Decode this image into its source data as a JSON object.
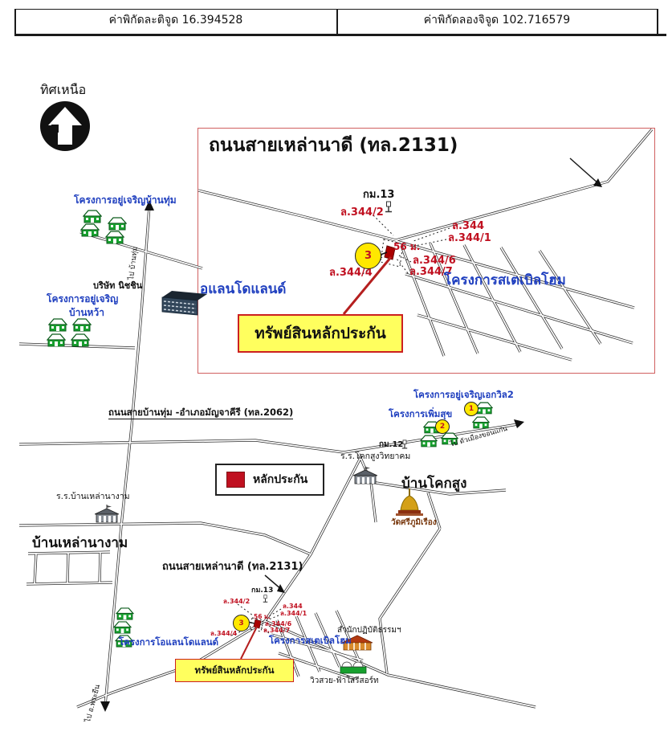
{
  "header": {
    "lat": "ค่าพิกัดละติจูด 16.394528",
    "lng": "ค่าพิกัดลองจิจูด 102.716579"
  },
  "compass": {
    "north": "ทิศเหนือ"
  },
  "parcels": {
    "p0": "ล.344",
    "p1": "ล.344/1",
    "p2": "ล.344/2",
    "p4": "ล.344/4",
    "p6": "ล.344/6",
    "p7": "ล.344/7",
    "dist": "56 ม.",
    "site": "3"
  },
  "inset": {
    "title": "ถนนสายเหล่านาดี (ทล.2131)",
    "km13": "กม.13",
    "left_project": "อแลนโดแลนด์",
    "right_project": "โครงการสเตเบิลโฮม",
    "collateral": "ทรัพย์สินหลักประกัน"
  },
  "legend": {
    "label": "หลักประกัน"
  },
  "main": {
    "proj_banthum": "โครงการอยู่เจริญบ้านทุ่ม",
    "company": "บริษัท นิชชิน",
    "proj_ucharoen": "โครงการอยู่เจริญ",
    "proj_banwha": "บ้านหว้า",
    "to_banthum": "ไป บ้านทุ่ม",
    "road_2062": "ถนนสายบ้านทุ่ม -อำเภอมัญจาคีรี  (ทล.2062)",
    "proj_ekwin2": "โครงการอยู่เจริญเอกวิล2",
    "proj_permsuk": "โครงการเพิ่มสุข",
    "circle1": "1",
    "circle2": "2",
    "to_khonkaen": "ไป ตัวเมืองขอนแก่น",
    "km12": "กม.12",
    "school_koksung": "ร.ร.โคกสูงวิทยาคม",
    "ban_koksung": "บ้านโคกสูง",
    "temple": "วัดศรีภูมิเรือง",
    "school_laonangam": "ร.ร.บ้านเหล่านางาม",
    "ban_laonangam": "บ้านเหล่านางาม",
    "road_2131": "ถนนสายเหล่านาดี (ทล.2131)",
    "km13": "กม.13",
    "proj_orlando": "โครงการโอแลนโดแลนด์",
    "proj_stable": "โครงการสเตเบิลโฮม",
    "collateral": "ทรัพย์สินหลักประกัน",
    "samnak": "สำนักปฏิบัติธรรมฯ",
    "resort": "วิวสวย-ฟ้าใสรีสอร์ท",
    "to_phrayuen": "ไป อ.พระยืน"
  },
  "colors": {
    "project_blue": "#1f3fbf",
    "parcel_red": "#c01020",
    "highlight_yellow": "#ffff5e",
    "circle_yellow": "#ffe800",
    "collateral_marker": "#aa0000",
    "road_dark": "#2b2b2b"
  }
}
